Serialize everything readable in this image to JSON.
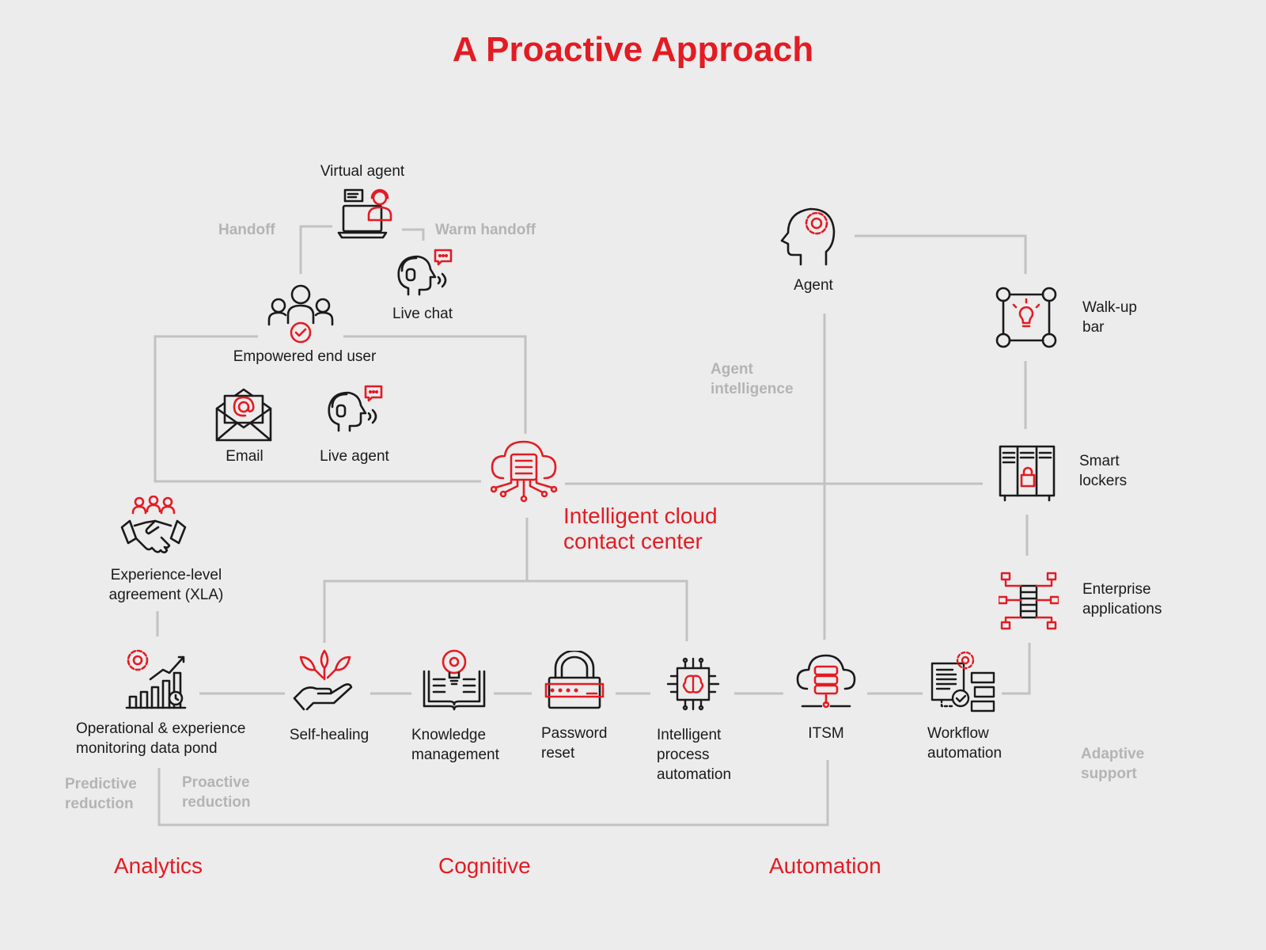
{
  "title": "A Proactive Approach",
  "center": {
    "line1": "Intelligent cloud",
    "line2": "contact center"
  },
  "nodes": {
    "virtual_agent": "Virtual agent",
    "live_chat": "Live chat",
    "empowered_end_user": "Empowered end user",
    "email": "Email",
    "live_agent": "Live agent",
    "agent": "Agent",
    "walkup_bar": {
      "line1": "Walk-up",
      "line2": "bar"
    },
    "smart_lockers": {
      "line1": "Smart",
      "line2": "lockers"
    },
    "enterprise_apps": {
      "line1": "Enterprise",
      "line2": "applications"
    },
    "xla": {
      "line1": "Experience-level",
      "line2": "agreement (XLA)"
    },
    "data_pond": {
      "line1": "Operational & experience",
      "line2": "monitoring data pond"
    },
    "self_healing": "Self-healing",
    "knowledge": {
      "line1": "Knowledge",
      "line2": "management"
    },
    "password": {
      "line1": "Password",
      "line2": "reset"
    },
    "ipa": {
      "line1": "Intelligent",
      "line2": "process",
      "line3": "automation"
    },
    "itsm": "ITSM",
    "workflow": {
      "line1": "Workflow",
      "line2": "automation"
    }
  },
  "connectors": {
    "handoff": "Handoff",
    "warm_handoff": "Warm handoff",
    "agent_intelligence": {
      "line1": "Agent",
      "line2": "intelligence"
    },
    "adaptive_support": {
      "line1": "Adaptive",
      "line2": "support"
    },
    "predictive_reduction": {
      "line1": "Predictive",
      "line2": "reduction"
    },
    "proactive_reduction": {
      "line1": "Proactive",
      "line2": "reduction"
    }
  },
  "sections": {
    "analytics": "Analytics",
    "cognitive": "Cognitive",
    "automation": "Automation"
  },
  "colors": {
    "accent": "#e31b23",
    "line": "#c2c2c2",
    "connector_text": "#b4b4b4",
    "icon": "#1a1a1a",
    "background": "#ececec"
  },
  "icons": [
    "headset-laptop-icon",
    "chat-headset-icon",
    "user-group-check-icon",
    "email-icon",
    "headset-agent-icon",
    "head-gear-icon",
    "network-bulb-icon",
    "locker-icon",
    "server-network-icon",
    "handshake-icon",
    "chart-gear-icon",
    "hand-plant-icon",
    "book-bulb-icon",
    "padlock-password-icon",
    "chip-brain-icon",
    "cloud-server-icon",
    "document-gear-icon",
    "cloud-network-icon"
  ]
}
